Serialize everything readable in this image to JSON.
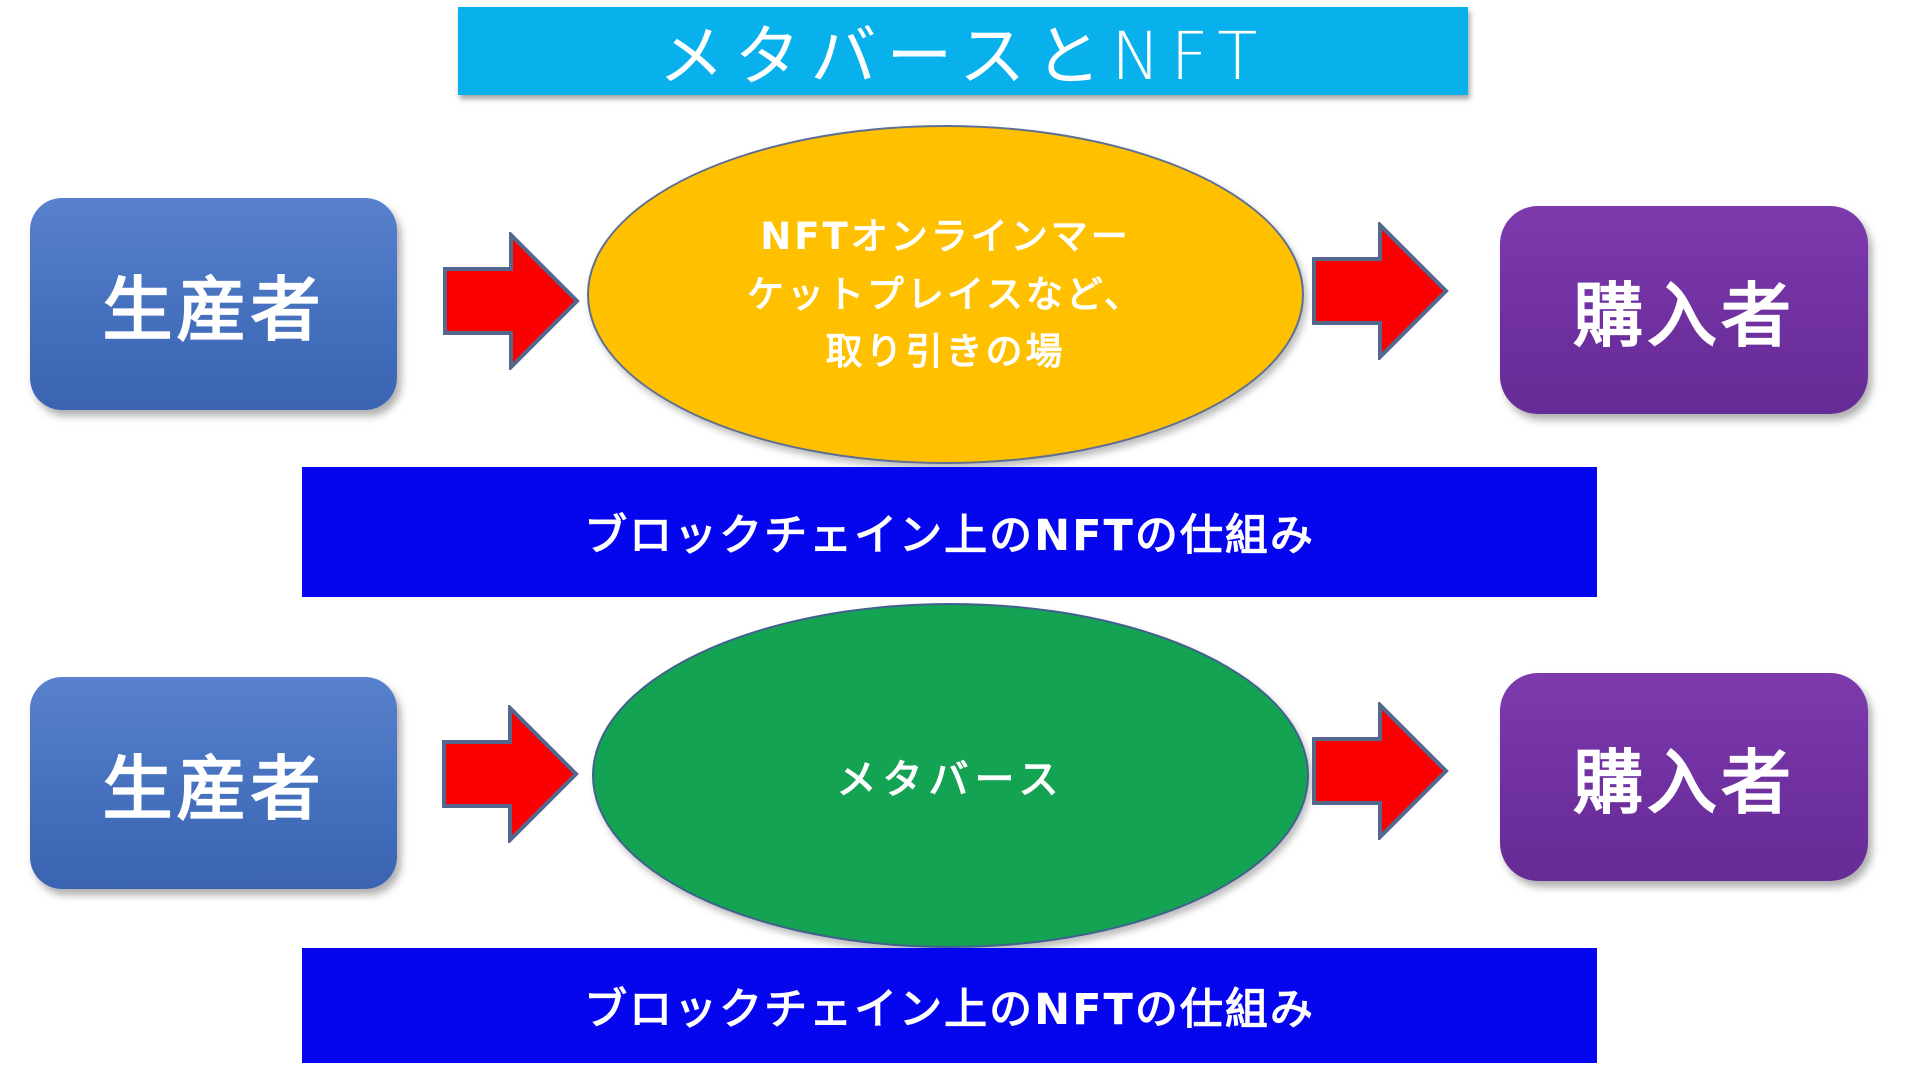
{
  "title": {
    "text": "メタバースとNFT"
  },
  "rows": [
    {
      "producer_label": "生産者",
      "ellipse_lines": [
        "NFTオンラインマー",
        "ケットプレイスなど、",
        "取り引きの場"
      ],
      "buyer_label": "購入者",
      "banner_text": "ブロックチェイン上のNFTの仕組み"
    },
    {
      "producer_label": "生産者",
      "ellipse_lines": [
        "メタバース"
      ],
      "buyer_label": "購入者",
      "banner_text": "ブロックチェイン上のNFTの仕組み"
    }
  ],
  "icons": [
    {
      "name": "right-arrow-icon",
      "meaning": "flow from left shape to right shape"
    }
  ],
  "colors": {
    "title_banner_bg": "#09B1EC",
    "producer_box_blue": "#4470BD",
    "buyer_box_purple": "#7030A0",
    "marketplace_ellipse_gold": "#FFC000",
    "metaverse_ellipse_green": "#13A352",
    "arrow_red": "#FB0000",
    "arrow_outline_slate": "#54678F",
    "banner_blue": "#0606EE",
    "text_white": "#FFFFFF"
  }
}
